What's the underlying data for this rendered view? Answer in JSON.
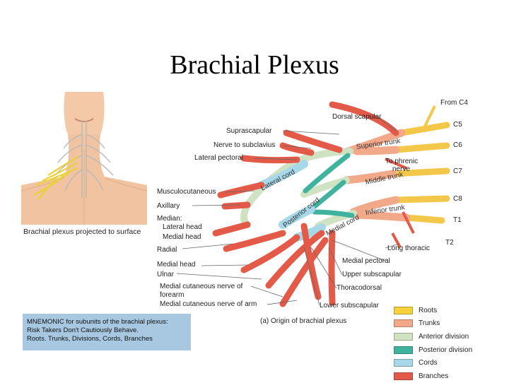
{
  "slide": {
    "title": "Brachial Plexus"
  },
  "figure": {
    "body_caption": "Brachial plexus projected to surface",
    "caption": "(a) Origin of brachial plexus"
  },
  "left_labels": [
    "Musculocutaneous",
    "Axillary",
    "Median:",
    "Lateral head",
    "Medial head",
    "Radial",
    "Medial head",
    "Ulnar",
    "Medial cutaneous nerve of",
    "forearm",
    "Medial cutaneous nerve of arm"
  ],
  "top_labels": {
    "dorsal_scapular": "Dorsal scapular",
    "suprascapular": "Suprascapular",
    "nerve_to_subclavius": "Nerve to subclavius",
    "lateral_pectoral": "Lateral pectoral"
  },
  "right_labels": {
    "from_c4": "From C4",
    "c5": "C5",
    "c6": "C6",
    "c7": "C7",
    "c8": "C8",
    "t1": "T1",
    "t2": "T2",
    "to_phrenic": "To phrenic",
    "nerve": "nerve",
    "long_thoracic": "Long thoracic"
  },
  "bottom_labels": {
    "medial_pectoral": "Medial pectoral",
    "upper_subscapular": "Upper subscapular",
    "thoracodorsal": "Thoracodorsal",
    "lower_subscapular": "Lower subscapular"
  },
  "segment_labels": {
    "superior_trunk": "Superior trunk",
    "middle_trunk": "Middle trunk",
    "inferior_trunk": "Inferior trunk",
    "lateral_cord": "Lateral cord",
    "posterior_cord": "Posterior cord",
    "medial_cord": "Medial cord"
  },
  "mnemonic": {
    "line1": "MNEMONIC for subunits of the brachial plexus:",
    "line2": "Risk Takers Don't Cautiously Behave.",
    "line3": "Roots.    Trunks,    Divisions,    Cords,    Branches"
  },
  "legend": [
    {
      "label": "Roots",
      "color": "#f5d23c"
    },
    {
      "label": "Trunks",
      "color": "#f2a98a"
    },
    {
      "label": "Anterior division",
      "color": "#cfe3c2"
    },
    {
      "label": "Posterior division",
      "color": "#3fb39e"
    },
    {
      "label": "Cords",
      "color": "#a6d8e8"
    },
    {
      "label": "Branches",
      "color": "#e35b48"
    }
  ]
}
